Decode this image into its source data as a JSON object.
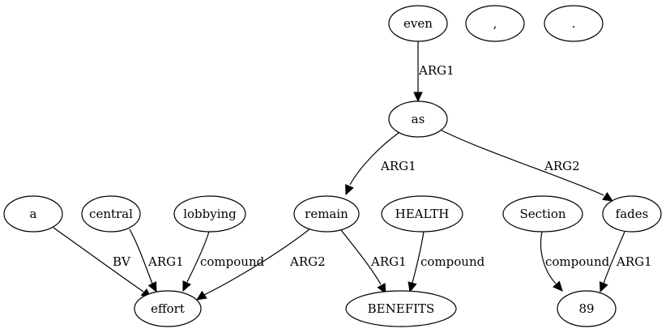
{
  "nodes": [
    {
      "id": "even",
      "label": "even"
    },
    {
      "id": "comma",
      "label": ","
    },
    {
      "id": "period",
      "label": "."
    },
    {
      "id": "as",
      "label": "as"
    },
    {
      "id": "a",
      "label": "a"
    },
    {
      "id": "central",
      "label": "central"
    },
    {
      "id": "lobbying",
      "label": "lobbying"
    },
    {
      "id": "remain",
      "label": "remain"
    },
    {
      "id": "health",
      "label": "HEALTH"
    },
    {
      "id": "section",
      "label": "Section"
    },
    {
      "id": "fades",
      "label": "fades"
    },
    {
      "id": "effort",
      "label": "effort"
    },
    {
      "id": "benefits",
      "label": "BENEFITS"
    },
    {
      "id": "n89",
      "label": "89"
    }
  ],
  "edges": [
    {
      "from": "even",
      "to": "as",
      "label": "ARG1"
    },
    {
      "from": "as",
      "to": "remain",
      "label": "ARG1"
    },
    {
      "from": "as",
      "to": "fades",
      "label": "ARG2"
    },
    {
      "from": "a",
      "to": "effort",
      "label": "BV"
    },
    {
      "from": "central",
      "to": "effort",
      "label": "ARG1"
    },
    {
      "from": "lobbying",
      "to": "effort",
      "label": "compound"
    },
    {
      "from": "remain",
      "to": "effort",
      "label": "ARG2"
    },
    {
      "from": "remain",
      "to": "benefits",
      "label": "ARG1"
    },
    {
      "from": "health",
      "to": "benefits",
      "label": "compound"
    },
    {
      "from": "section",
      "to": "n89",
      "label": "compound"
    },
    {
      "from": "fades",
      "to": "n89",
      "label": "ARG1"
    }
  ]
}
